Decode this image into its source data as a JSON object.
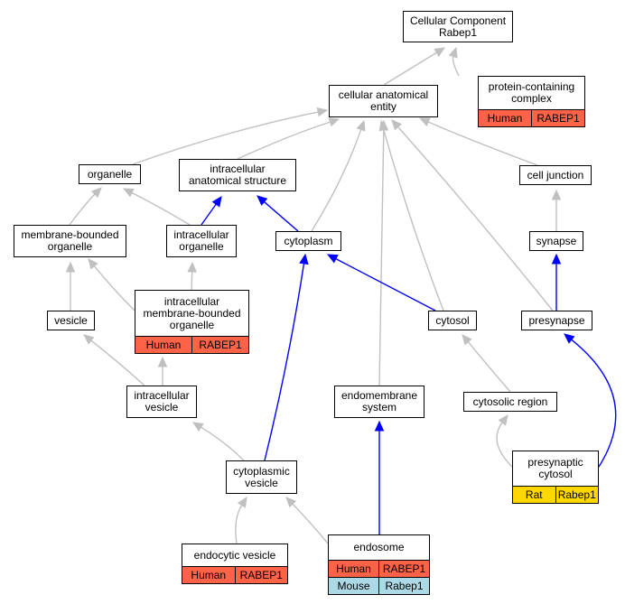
{
  "colors": {
    "gray_edge": "#c0c0c0",
    "blue_edge": "#0000ff",
    "human": "#ff6347",
    "mouse": "#add8e6",
    "rat": "#ffd700"
  },
  "nodes": {
    "cellular_component": {
      "label": "Cellular Component\nRabep1"
    },
    "protein_containing_complex": {
      "label": "protein-containing\ncomplex",
      "annotations": [
        {
          "species": "Human",
          "gene": "RABEP1",
          "color": "#ff6347"
        }
      ]
    },
    "cellular_anatomical_entity": {
      "label": "cellular anatomical\nentity"
    },
    "organelle": {
      "label": "organelle"
    },
    "intracellular_anatomical_structure": {
      "label": "intracellular\nanatomical structure"
    },
    "cell_junction": {
      "label": "cell junction"
    },
    "membrane_bounded_organelle": {
      "label": "membrane-bounded\norganelle"
    },
    "intracellular_organelle": {
      "label": "intracellular\norganelle"
    },
    "cytoplasm": {
      "label": "cytoplasm"
    },
    "synapse": {
      "label": "synapse"
    },
    "vesicle": {
      "label": "vesicle"
    },
    "intracellular_membrane_bounded_organelle": {
      "label": "intracellular\nmembrane-bounded\norganelle",
      "annotations": [
        {
          "species": "Human",
          "gene": "RABEP1",
          "color": "#ff6347"
        }
      ]
    },
    "cytosol": {
      "label": "cytosol"
    },
    "presynapse": {
      "label": "presynapse"
    },
    "intracellular_vesicle": {
      "label": "intracellular\nvesicle"
    },
    "endomembrane_system": {
      "label": "endomembrane\nsystem"
    },
    "cytosolic_region": {
      "label": "cytosolic region"
    },
    "presynaptic_cytosol": {
      "label": "presynaptic\ncytosol",
      "annotations": [
        {
          "species": "Rat",
          "gene": "Rabep1",
          "color": "#ffd700"
        }
      ]
    },
    "cytoplasmic_vesicle": {
      "label": "cytoplasmic\nvesicle"
    },
    "endocytic_vesicle": {
      "label": "endocytic vesicle",
      "annotations": [
        {
          "species": "Human",
          "gene": "RABEP1",
          "color": "#ff6347"
        }
      ]
    },
    "endosome": {
      "label": "endosome",
      "annotations": [
        {
          "species": "Human",
          "gene": "RABEP1",
          "color": "#ff6347"
        },
        {
          "species": "Mouse",
          "gene": "Rabep1",
          "color": "#add8e6"
        }
      ]
    }
  },
  "edges": [
    {
      "from": "protein_containing_complex",
      "to": "cellular_component",
      "color": "gray"
    },
    {
      "from": "cellular_anatomical_entity",
      "to": "cellular_component",
      "color": "gray"
    },
    {
      "from": "organelle",
      "to": "cellular_anatomical_entity",
      "color": "gray"
    },
    {
      "from": "intracellular_anatomical_structure",
      "to": "cellular_anatomical_entity",
      "color": "gray"
    },
    {
      "from": "cytoplasm",
      "to": "cellular_anatomical_entity",
      "color": "gray"
    },
    {
      "from": "cytosol",
      "to": "cellular_anatomical_entity",
      "color": "gray"
    },
    {
      "from": "endomembrane_system",
      "to": "cellular_anatomical_entity",
      "color": "gray"
    },
    {
      "from": "presynapse",
      "to": "cellular_anatomical_entity",
      "color": "gray"
    },
    {
      "from": "cell_junction",
      "to": "cellular_anatomical_entity",
      "color": "gray"
    },
    {
      "from": "membrane_bounded_organelle",
      "to": "organelle",
      "color": "gray"
    },
    {
      "from": "intracellular_organelle",
      "to": "organelle",
      "color": "gray"
    },
    {
      "from": "intracellular_organelle",
      "to": "intracellular_anatomical_structure",
      "color": "blue"
    },
    {
      "from": "cytoplasm",
      "to": "intracellular_anatomical_structure",
      "color": "blue"
    },
    {
      "from": "synapse",
      "to": "cell_junction",
      "color": "gray"
    },
    {
      "from": "vesicle",
      "to": "membrane_bounded_organelle",
      "color": "gray"
    },
    {
      "from": "intracellular_membrane_bounded_organelle",
      "to": "membrane_bounded_organelle",
      "color": "gray"
    },
    {
      "from": "intracellular_membrane_bounded_organelle",
      "to": "intracellular_organelle",
      "color": "gray"
    },
    {
      "from": "cytosol",
      "to": "cytoplasm",
      "color": "blue"
    },
    {
      "from": "cytoplasmic_vesicle",
      "to": "cytoplasm",
      "color": "blue"
    },
    {
      "from": "presynapse",
      "to": "synapse",
      "color": "blue"
    },
    {
      "from": "intracellular_vesicle",
      "to": "vesicle",
      "color": "gray"
    },
    {
      "from": "intracellular_vesicle",
      "to": "intracellular_membrane_bounded_organelle",
      "color": "gray"
    },
    {
      "from": "cytosolic_region",
      "to": "cytosol",
      "color": "gray"
    },
    {
      "from": "presynaptic_cytosol",
      "to": "cytosolic_region",
      "color": "gray"
    },
    {
      "from": "presynaptic_cytosol",
      "to": "presynapse",
      "color": "blue"
    },
    {
      "from": "cytoplasmic_vesicle",
      "to": "intracellular_vesicle",
      "color": "gray"
    },
    {
      "from": "endocytic_vesicle",
      "to": "cytoplasmic_vesicle",
      "color": "gray"
    },
    {
      "from": "endosome",
      "to": "cytoplasmic_vesicle",
      "color": "gray"
    },
    {
      "from": "endosome",
      "to": "endomembrane_system",
      "color": "blue"
    }
  ]
}
